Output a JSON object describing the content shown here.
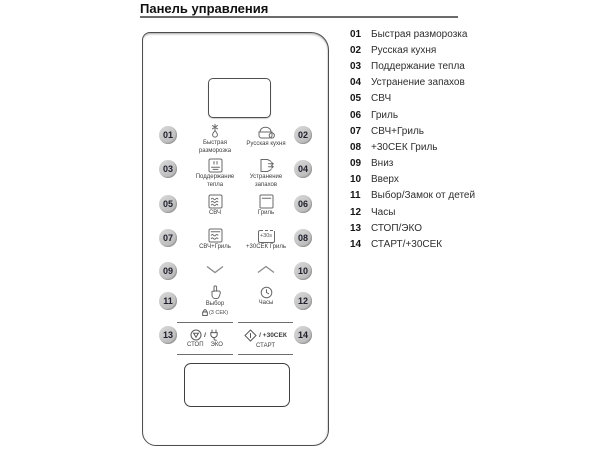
{
  "header": {
    "title": "Панель управления"
  },
  "legend": {
    "items": [
      {
        "num": "01",
        "label": "Быстрая разморозка"
      },
      {
        "num": "02",
        "label": "Русская кухня"
      },
      {
        "num": "03",
        "label": "Поддержание тепла"
      },
      {
        "num": "04",
        "label": "Устранение запахов"
      },
      {
        "num": "05",
        "label": "СВЧ"
      },
      {
        "num": "06",
        "label": "Гриль"
      },
      {
        "num": "07",
        "label": "СВЧ+Гриль"
      },
      {
        "num": "08",
        "label": "+30СЕК Гриль"
      },
      {
        "num": "09",
        "label": "Вниз"
      },
      {
        "num": "10",
        "label": "Вверх"
      },
      {
        "num": "11",
        "label": "Выбор/Замок от детей"
      },
      {
        "num": "12",
        "label": "Часы"
      },
      {
        "num": "13",
        "label": "СТОП/ЭКО"
      },
      {
        "num": "14",
        "label": "СТАРТ/+30СЕК"
      }
    ]
  },
  "panel": {
    "callouts": [
      "01",
      "02",
      "03",
      "04",
      "05",
      "06",
      "07",
      "08",
      "09",
      "10",
      "11",
      "12",
      "13",
      "14"
    ],
    "buttons": {
      "defrost": {
        "line1": "Быстрая",
        "line2": "разморозка"
      },
      "russian": {
        "label": "Русская кухня"
      },
      "keep_warm": {
        "line1": "Поддержание",
        "line2": "тепла"
      },
      "deodorize": {
        "line1": "Устранение",
        "line2": "запахов"
      },
      "micro": {
        "label": "СВЧ"
      },
      "grill": {
        "label": "Гриль"
      },
      "combi": {
        "label": "СВЧ+Гриль"
      },
      "plus30": {
        "label": "+30СЕК Гриль",
        "icon_text": "+30s"
      },
      "select": {
        "label": "Выбор",
        "sublabel": "(3 СЕК)"
      },
      "clock": {
        "label": "Часы"
      },
      "stop": {
        "separator": "/",
        "label": "СТОП",
        "label2": "ЭКО"
      },
      "start": {
        "plus_label": "/ +30СЕК",
        "label": "СТАРТ"
      }
    }
  },
  "colors": {
    "callout_fill": "#c9c9c9",
    "callout_text": "#20202e",
    "panel_border": "#4d4d4d",
    "icon_stroke": "#6a6a6a",
    "text_dark": "#111111",
    "text_gray": "#3d3d3d",
    "rule": "#6b6b6b"
  }
}
